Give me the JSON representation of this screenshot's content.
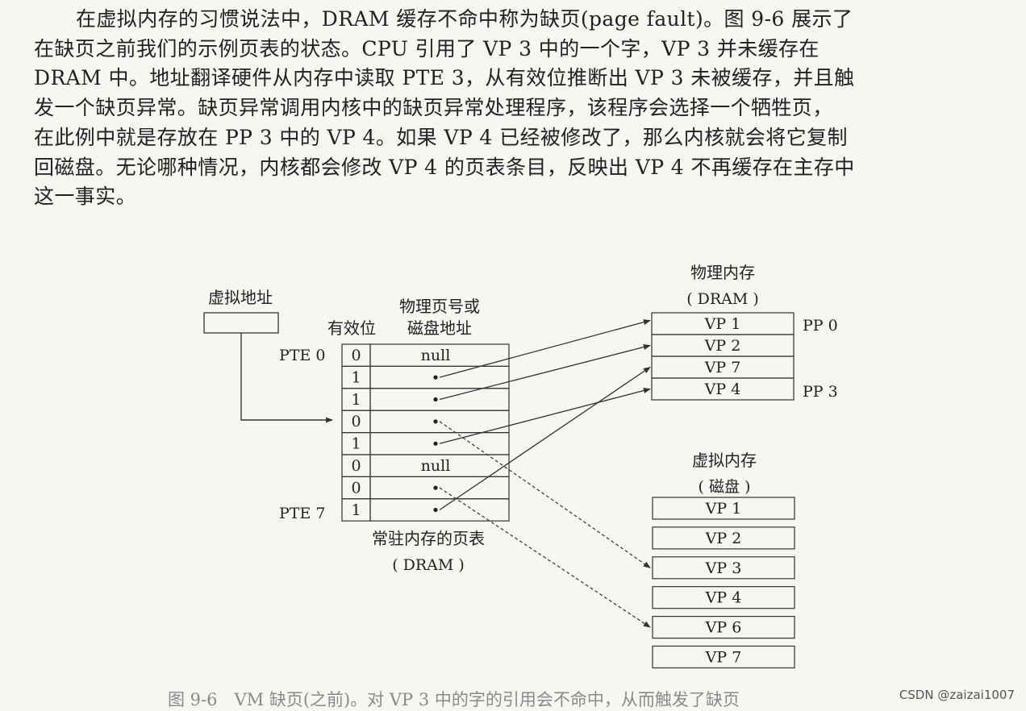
{
  "paragraph": [
    "在虚拟内存的习惯说法中，DRAM 缓存不命中称为缺页(page fault)。图 9-6 展示了",
    "在缺页之前我们的示例页表的状态。CPU 引用了 VP 3 中的一个字，VP 3 并未缓存在",
    "DRAM 中。地址翻译硬件从内存中读取 PTE 3，从有效位推断出 VP 3 未被缓存，并且触",
    "发一个缺页异常。缺页异常调用内核中的缺页异常处理程序，该程序会选择一个牺牲页，",
    "在此例中就是存放在 PP 3 中的 VP 4。如果 VP 4 已经被修改了，那么内核就会将它复制",
    "回磁盘。无论哪种情况，内核都会修改 VP 4 的页表条目，反映出 VP 4 不再缓存在主存中",
    "这一事实。"
  ],
  "diagram": {
    "virtual_address_label": "虚拟地址",
    "valid_bit_header": "有效位",
    "ppn_header_line1": "物理页号或",
    "ppn_header_line2": "磁盘地址",
    "pte_first_label": "PTE 0",
    "pte_last_label": "PTE 7",
    "page_table_caption_line1": "常驻内存的页表",
    "page_table_caption_line2": "( DRAM )",
    "page_table": [
      {
        "valid": "0",
        "entry": "null"
      },
      {
        "valid": "1",
        "entry": "ptr"
      },
      {
        "valid": "1",
        "entry": "ptr"
      },
      {
        "valid": "0",
        "entry": "ptr"
      },
      {
        "valid": "1",
        "entry": "ptr"
      },
      {
        "valid": "0",
        "entry": "null"
      },
      {
        "valid": "0",
        "entry": "ptr"
      },
      {
        "valid": "1",
        "entry": "ptr"
      }
    ],
    "physical_memory_title_line1": "物理内存",
    "physical_memory_title_line2": "( DRAM )",
    "physical_pages": [
      "VP 1",
      "VP 2",
      "VP 7",
      "VP 4"
    ],
    "pp_first_label": "PP 0",
    "pp_last_label": "PP 3",
    "virtual_memory_title_line1": "虚拟内存",
    "virtual_memory_title_line2": "( 磁盘 )",
    "disk_pages": [
      "VP 1",
      "VP 2",
      "VP 3",
      "VP 4",
      "VP 6",
      "VP 7"
    ]
  },
  "caption": "图 9-6　VM 缺页(之前)。对 VP 3 中的字的引用会不命中，从而触发了缺页",
  "watermark": "CSDN @zaizai1007"
}
